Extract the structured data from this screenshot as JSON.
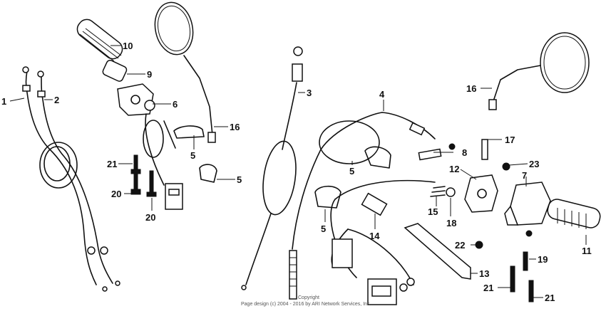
{
  "parts": {
    "p1": "1",
    "p2": "2",
    "p3": "3",
    "p4": "4",
    "p5a": "5",
    "p5b": "5",
    "p5c": "5",
    "p5d": "5",
    "p6": "6",
    "p7": "7",
    "p8": "8",
    "p9": "9",
    "p10": "10",
    "p11": "11",
    "p12": "12",
    "p13": "13",
    "p14": "14",
    "p15": "15",
    "p16a": "16",
    "p16b": "16",
    "p17": "17",
    "p18": "18",
    "p19": "19",
    "p20a": "20",
    "p20b": "20",
    "p21a": "21",
    "p21b": "21",
    "p21c": "21",
    "p22": "22",
    "p23": "23"
  },
  "copyright_line1": "Copyright",
  "copyright_line2": "Page design (c) 2004 - 2016 by ARI Network Services, Inc."
}
